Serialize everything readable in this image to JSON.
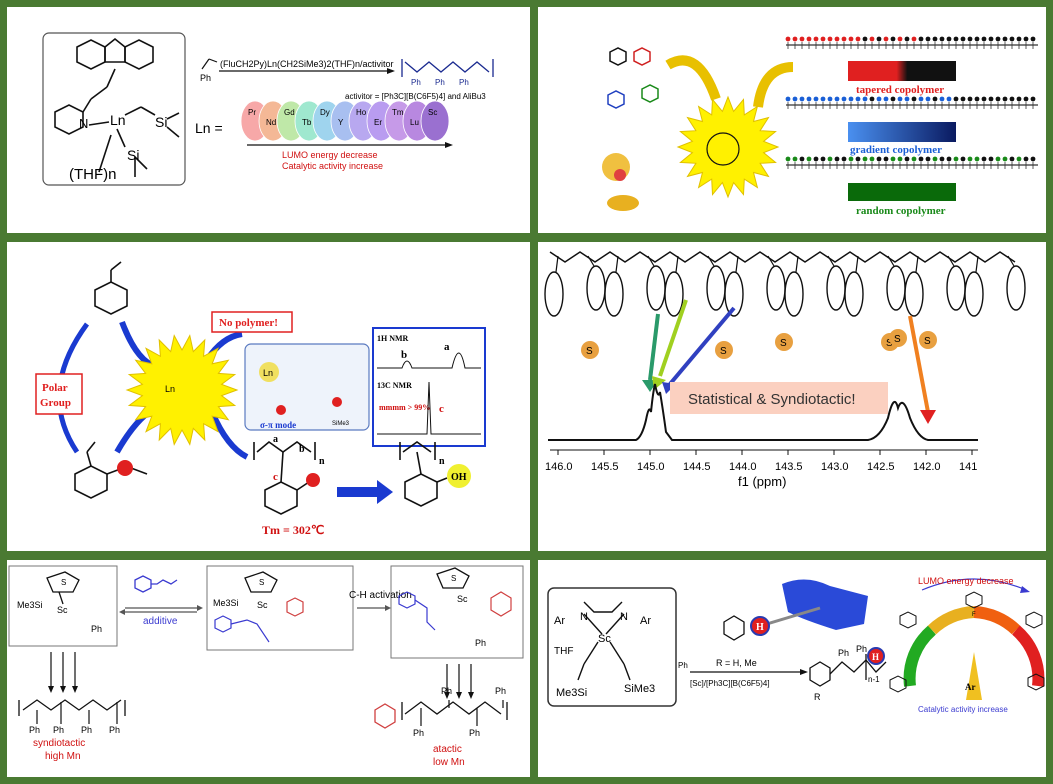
{
  "colors": {
    "frame": "#4a7a32",
    "tapered": "#e02020",
    "gradient": "#1a5fd6",
    "random": "#1a8a1a",
    "red_text": "#d01010"
  },
  "panel1": {
    "reaction": "(FluCH2Py)Ln(CH2SiMe3)2(THF)n/activitor",
    "activator": "activitor = [Ph3C][B(C6F5)4] and AliBu3",
    "ln_label": "Ln =",
    "thf": "(THF)n",
    "ln": "Ln",
    "si1": "Si",
    "si2": "Si",
    "n_atom": "N",
    "ph": "Ph",
    "elements": [
      "Pr",
      "Nd",
      "Gd",
      "Tb",
      "Dy",
      "Y",
      "Ho",
      "Er",
      "Tm",
      "Lu",
      "Sc"
    ],
    "element_colors": [
      "#f7a8a8",
      "#f4b896",
      "#bfe8a8",
      "#9fe8cf",
      "#9fd4ee",
      "#a8bff0",
      "#b8a8f0",
      "#b99cf0",
      "#c69ae8",
      "#b888e0",
      "#9a70d0"
    ],
    "caption1": "LUMO energy decrease",
    "caption2": "Catalytic activity increase"
  },
  "panel2": {
    "tapered": "tapered copolymer",
    "gradient": "gradient copolymer",
    "random": "random copolymer"
  },
  "panel3": {
    "polar_group": "Polar Group",
    "no_polymer": "No polymer!",
    "h_nmr": "1H NMR",
    "c_nmr": "13C NMR",
    "mmmm": "mmmm > 99%",
    "sigma_pi": "σ-π mode",
    "a": "a",
    "b": "b",
    "c": "c",
    "n": "n",
    "tm": "Tm = 302℃",
    "oh": "OH",
    "ln": "Ln",
    "sime3": "SiMe3"
  },
  "panel4": {
    "banner": "Statistical & Syndiotactic!",
    "s": "S",
    "ticks": [
      "146.0",
      "145.5",
      "145.0",
      "144.5",
      "144.0",
      "143.5",
      "143.0",
      "142.5",
      "142.0",
      "141"
    ],
    "axis_label": "f1 (ppm)"
  },
  "panel5": {
    "additive": "additive",
    "ch_activation": "C-H activation",
    "me3si": "Me3Si",
    "sc": "Sc",
    "s": "S",
    "ph": "Ph",
    "syndiotactic": "syndiotactic",
    "high_mn": "high Mn",
    "atactic": "atactic",
    "low_mn": "low Mn"
  },
  "panel6": {
    "ar": "Ar",
    "n": "N",
    "sc": "Sc",
    "thf": "THF",
    "me3si": "Me3Si",
    "sime3": "SiMe3",
    "r_def": "R = H, Me",
    "catalyst": "[Sc]/[Ph3C][B(C6F5)4]",
    "ph": "Ph",
    "n_minus_1": "n-1",
    "h": "H",
    "r": "R",
    "lumo": "LUMO energy decrease",
    "catalytic": "Catalytic activity increase",
    "dial_ar": "Ar",
    "f": "F"
  }
}
